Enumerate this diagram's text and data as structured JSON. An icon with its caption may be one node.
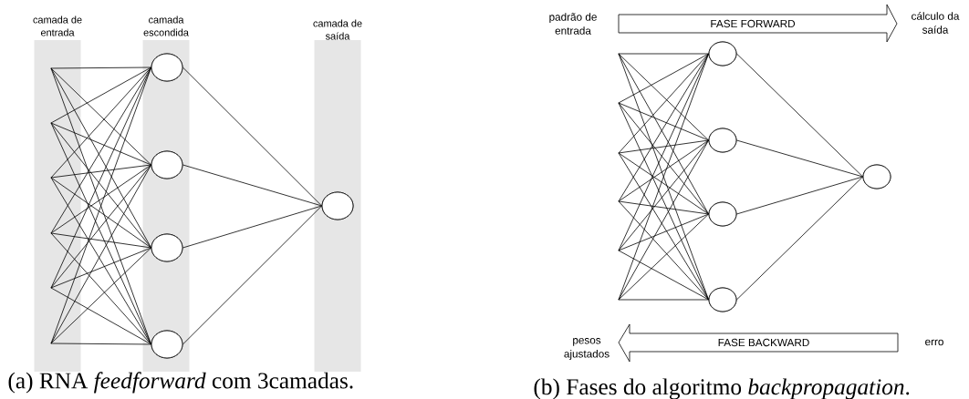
{
  "diagram": {
    "nodes": [
      {
        "text": [
          "camada de entrada"
        ]
      },
      {
        "text": [],
        "shape": "point",
        "in": 0
      },
      {
        "text": [],
        "shape": "point",
        "in": 0
      },
      {
        "text": [],
        "shape": "point",
        "in": 0
      },
      {
        "text": [],
        "shape": "point",
        "in": 0
      },
      {
        "text": [],
        "shape": "point",
        "in": 0
      },
      {
        "text": [],
        "shape": "point",
        "in": 0
      },
      {
        "text": [
          "camada escondida"
        ]
      },
      {
        "text": [],
        "shape": "circle",
        "in": 7
      },
      {
        "text": [],
        "shape": "circle",
        "in": 7
      },
      {
        "text": [],
        "shape": "circle",
        "in": 7
      },
      {
        "text": [],
        "shape": "circle",
        "in": 7
      },
      {
        "text": [
          "camada de saída"
        ]
      },
      {
        "text": [],
        "shape": "circle",
        "in": 12
      },
      {
        "text": [
          "FASE FORWARD"
        ],
        "beside": [
          "padrão de entrada",
          "cálculo da saída"
        ]
      },
      {
        "text": [],
        "shape": "point"
      },
      {
        "text": [],
        "shape": "point"
      },
      {
        "text": [],
        "shape": "point"
      },
      {
        "text": [],
        "shape": "point"
      },
      {
        "text": [],
        "shape": "point"
      },
      {
        "text": [],
        "shape": "point"
      },
      {
        "text": [],
        "shape": "circle"
      },
      {
        "text": [],
        "shape": "circle"
      },
      {
        "text": [],
        "shape": "circle"
      },
      {
        "text": [],
        "shape": "circle"
      },
      {
        "text": [],
        "shape": "circle"
      },
      {
        "text": [
          "FASE BACKWARD"
        ],
        "beside": [
          "pesos ajustados",
          "erro"
        ]
      }
    ],
    "edges": [
      {
        "from": 1,
        "to": 8,
        "arrow": "none"
      },
      {
        "from": 1,
        "to": 9,
        "arrow": "none"
      },
      {
        "from": 1,
        "to": 10,
        "arrow": "none"
      },
      {
        "from": 1,
        "to": 11,
        "arrow": "none"
      },
      {
        "from": 2,
        "to": 8,
        "arrow": "none"
      },
      {
        "from": 2,
        "to": 9,
        "arrow": "none"
      },
      {
        "from": 2,
        "to": 10,
        "arrow": "none"
      },
      {
        "from": 2,
        "to": 11,
        "arrow": "none"
      },
      {
        "from": 3,
        "to": 8,
        "arrow": "none"
      },
      {
        "from": 3,
        "to": 9,
        "arrow": "none"
      },
      {
        "from": 3,
        "to": 10,
        "arrow": "none"
      },
      {
        "from": 3,
        "to": 11,
        "arrow": "none"
      },
      {
        "from": 4,
        "to": 8,
        "arrow": "none"
      },
      {
        "from": 4,
        "to": 9,
        "arrow": "none"
      },
      {
        "from": 4,
        "to": 10,
        "arrow": "none"
      },
      {
        "from": 4,
        "to": 11,
        "arrow": "none"
      },
      {
        "from": 5,
        "to": 8,
        "arrow": "none"
      },
      {
        "from": 5,
        "to": 9,
        "arrow": "none"
      },
      {
        "from": 5,
        "to": 10,
        "arrow": "none"
      },
      {
        "from": 5,
        "to": 11,
        "arrow": "none"
      },
      {
        "from": 6,
        "to": 8,
        "arrow": "none"
      },
      {
        "from": 6,
        "to": 9,
        "arrow": "none"
      },
      {
        "from": 6,
        "to": 10,
        "arrow": "none"
      },
      {
        "from": 6,
        "to": 11,
        "arrow": "none"
      },
      {
        "from": 8,
        "to": 13,
        "arrow": "none"
      },
      {
        "from": 9,
        "to": 13,
        "arrow": "none"
      },
      {
        "from": 10,
        "to": 13,
        "arrow": "none"
      },
      {
        "from": 11,
        "to": 13,
        "arrow": "none"
      },
      {
        "from": 15,
        "to": 21,
        "arrow": "none"
      },
      {
        "from": 15,
        "to": 22,
        "arrow": "none"
      },
      {
        "from": 15,
        "to": 23,
        "arrow": "none"
      },
      {
        "from": 15,
        "to": 24,
        "arrow": "none"
      },
      {
        "from": 16,
        "to": 21,
        "arrow": "none"
      },
      {
        "from": 16,
        "to": 22,
        "arrow": "none"
      },
      {
        "from": 16,
        "to": 23,
        "arrow": "none"
      },
      {
        "from": 16,
        "to": 24,
        "arrow": "none"
      },
      {
        "from": 17,
        "to": 21,
        "arrow": "none"
      },
      {
        "from": 17,
        "to": 22,
        "arrow": "none"
      },
      {
        "from": 17,
        "to": 23,
        "arrow": "none"
      },
      {
        "from": 17,
        "to": 24,
        "arrow": "none"
      },
      {
        "from": 18,
        "to": 21,
        "arrow": "none"
      },
      {
        "from": 18,
        "to": 22,
        "arrow": "none"
      },
      {
        "from": 18,
        "to": 23,
        "arrow": "none"
      },
      {
        "from": 18,
        "to": 24,
        "arrow": "none"
      },
      {
        "from": 19,
        "to": 21,
        "arrow": "none"
      },
      {
        "from": 19,
        "to": 22,
        "arrow": "none"
      },
      {
        "from": 19,
        "to": 23,
        "arrow": "none"
      },
      {
        "from": 19,
        "to": 24,
        "arrow": "none"
      },
      {
        "from": 20,
        "to": 21,
        "arrow": "none"
      },
      {
        "from": 20,
        "to": 22,
        "arrow": "none"
      },
      {
        "from": 20,
        "to": 23,
        "arrow": "none"
      },
      {
        "from": 20,
        "to": 24,
        "arrow": "none"
      },
      {
        "from": 21,
        "to": 25,
        "arrow": "none"
      },
      {
        "from": 22,
        "to": 25,
        "arrow": "none"
      },
      {
        "from": 23,
        "to": 25,
        "arrow": "none"
      },
      {
        "from": 24,
        "to": 25,
        "arrow": "none"
      }
    ],
    "labels": [
      "(a) RNA *feedforward* com 3camadas.",
      "(b) Fases do algoritmo *backpropagation*."
    ]
  }
}
